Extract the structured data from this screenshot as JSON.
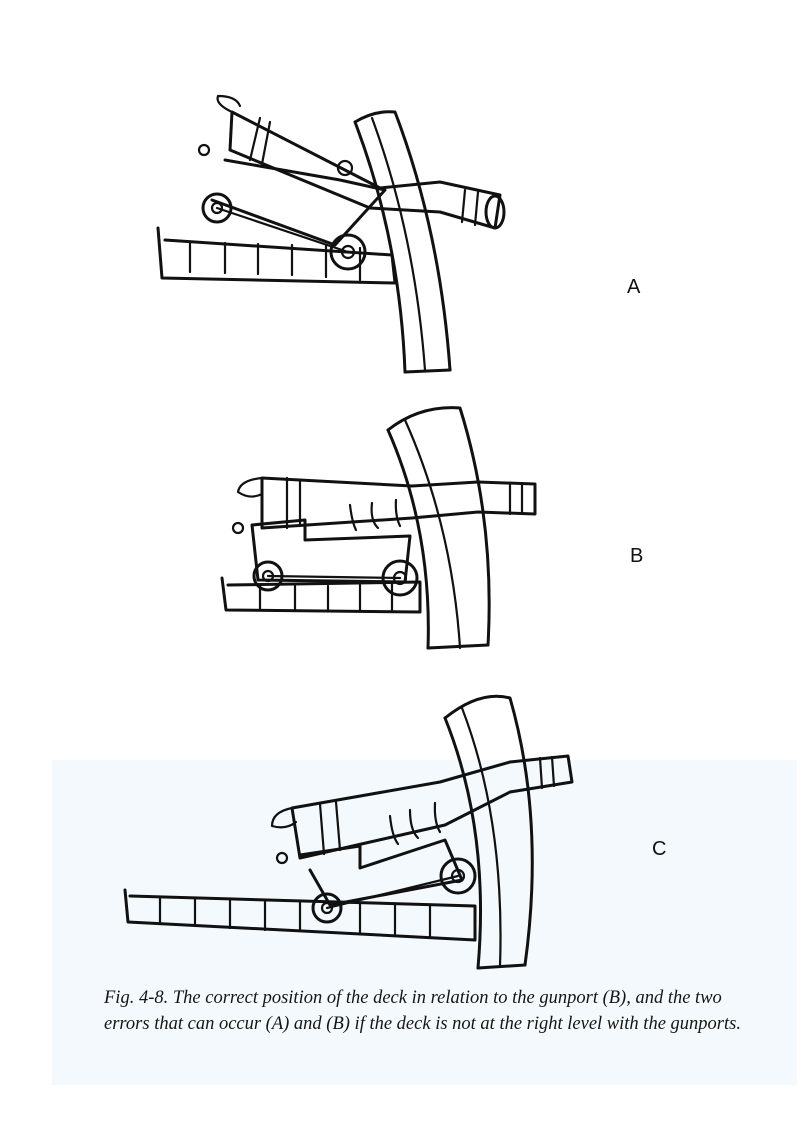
{
  "panels": [
    {
      "label": "A"
    },
    {
      "label": "B"
    },
    {
      "label": "C"
    }
  ],
  "caption": {
    "figure_number": "Fig. 4-8.",
    "text": "The correct position of the deck in relation to the gunport (B), and the two errors that can occur (A) and (B) if the deck is not at the right level with the gunports."
  }
}
